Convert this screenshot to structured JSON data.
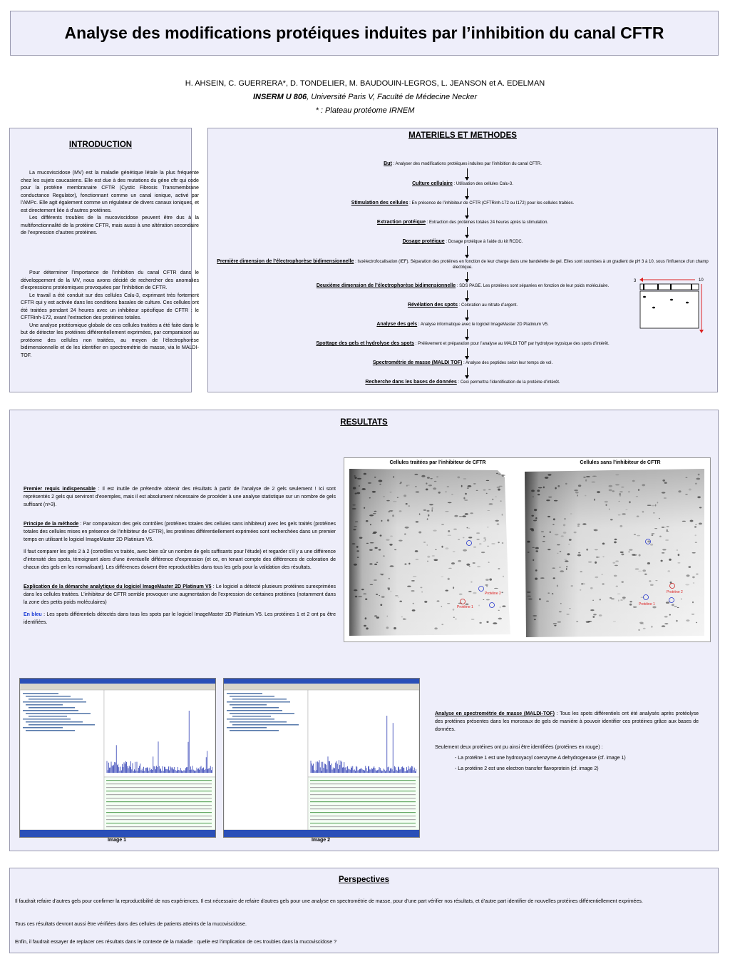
{
  "title": "Analyse des modifications protéiques induites par l’inhibition du canal CFTR",
  "authors": {
    "line1": "H. AHSEIN, C. GUERRERA*, D. TONDELIER, M. BAUDOUIN-LEGROS, L. JEANSON et A. EDELMAN",
    "line2_bold": "INSERM U 806",
    "line2_rest": ", Université Paris V, Faculté de Médecine Necker",
    "line3": "* : Plateau protéome IRNEM"
  },
  "introduction": {
    "title": "INTRODUCTION",
    "p1": "La mucoviscidose (MV) est la maladie génétique létale la plus fréquente chez les sujets caucasiens. Elle est due à des mutations du gène cftr qui code pour la protéine membranaire CFTR (Cystic Fibrosis Transmembrane conductance Regulator), fonctionnant comme un canal ionique, activé par l’AMPc. Elle agit également comme un régulateur de divers canaux ioniques, et est directement liée à d’autres protéines.",
    "p2": "Les différents troubles de la mucoviscidose peuvent être dus à la multifonctionnalité de la protéine CFTR, mais aussi à une altération secondaire de l’expression d’autres protéines.",
    "p3": "Pour déterminer l’importance de l’inhibition du canal CFTR dans le développement de la MV, nous avons décidé de rechercher des anomalies d’expressions protéomiques provoquées par l’inhibition de CFTR.",
    "p4": "Le travail a été conduit sur des cellules Calu-3, exprimant très fortement CFTR qui y est activée dans les conditions basales de culture. Ces cellules ont été traitées pendant 24 heures avec un inhibiteur spécifique de CFTR : le CFTRinh-172, avant l’extraction des protéines totales.",
    "p5": "Une analyse protéomique globale de ces cellules traitées a été faite dans le but de détecter les protéines différentiellement exprimées, par comparaison au protéome des cellules non traitées, au moyen de l’électrophorèse bidimensionnelle et de les identifier en spectrométrie de masse, via le MALDI-TOF."
  },
  "methods": {
    "title": "MATERIELS ET METHODES",
    "steps": [
      {
        "label": "But",
        "text": " : Analyser des modifications protéiques induites par l’inhibition du canal CFTR."
      },
      {
        "label": "Culture cellulaire",
        "text": " : Utilisation des cellules Calu-3."
      },
      {
        "label": "Stimulation des cellules",
        "text": " : En présence de l’inhibiteur de CFTR (CFTRinh-172 ou I172) pour les cellules traitées."
      },
      {
        "label": "Extraction protéique",
        "text": " : Extraction des protéines totales 24 heures après la stimulation."
      },
      {
        "label": "Dosage protéique",
        "text": " : Dosage protéique à l’aide du kit RCDC."
      },
      {
        "label": "Première dimension de l’électrophorèse bidimensionnelle",
        "text": " : Isoélectrofocalisation (IEF). Séparation des protéines en fonction de leur charge dans une bandelette de gel. Elles sont soumises à un gradient de pH 3 à 10, sous l’influence d’un champ électrique."
      },
      {
        "label": "Deuxième dimension de l’électrophorèse bidimensionnelle",
        "text": " : SDS PAGE. Les protéines sont séparées en fonction de leur poids moléculaire."
      },
      {
        "label": "Révélation des spots",
        "text": " : Coloration au nitrate d’argent."
      },
      {
        "label": "Analyse des gels",
        "text": " : Analyse informatique avec le logiciel ImageMaster 2D Platinium V5."
      },
      {
        "label": "Spottage des gels et hydrolyse des spots",
        "text": " : Prélèvement et préparation pour l’analyse au MALDI TOF par hydrolyse trypsique des spots d’intérêt."
      },
      {
        "label": "Spectrométrie de masse (MALDI TOF)",
        "text": " : Analyse des peptides selon leur temps de vol."
      },
      {
        "label": "Recherche dans les bases de données",
        "text": " : Ceci permettra l’identification de la protéine d’intérêt."
      }
    ],
    "ph_low": "3",
    "ph_high": "10"
  },
  "results": {
    "title": "RESULTATS",
    "p1_label": "Premier requis indispensable",
    "p1_text": " : Il est inutile de prétendre obtenir des résultats à partir de l’analyse de 2 gels seulement ! Ici sont représentés 2 gels qui serviront d’exemples, mais il est absolument nécessaire de procéder à une analyse statistique sur un nombre de gels suffisant (n>3).",
    "p2_label": "Principe de la méthode",
    "p2_text": " : Par comparaison des gels contrôles (protéines totales des cellules sans inhibiteur) avec les gels traités (protéines totales des cellules mises en présence de l’inhibiteur de CFTR), les protéines différentiellement exprimées sont recherchées dans un premier temps en utilisant le logiciel ImageMaster 2D Platinium V5.",
    "p3_text": "Il faut comparer les gels 2 à 2 (contrôles vs traités, avec bien sûr un nombre de gels suffisants pour l’étude) et regarder s’il y a une différence d’intensité des spots, témoignant alors d’une éventuelle différence d’expression (et ce, en tenant compte des différences de coloration de chacun des gels en les normalisant). Les différences doivent être reproductibles dans tous les gels pour la validation des résultats.",
    "p4_label": "Explication de la démarche analytique du logiciel ImageMaster 2D Platinum V5",
    "p4_text": " : Le logiciel a détecté plusieurs protéines surexprimées dans les cellules traitées. L’inhibiteur de CFTR semble provoquer une augmentation de l’expression de certaines protéines (notamment dans la zone des petits poids moléculaires)",
    "p5_blue": "En bleu",
    "p5_text": " : Les spots différentiels détectés dans tous les spots par le logiciel ImageMaster 2D Platinium V5. Les protéines 1 et 2 ont pu être identifiées.",
    "gel_left_title": "Cellules traitées par l’inhibiteur de CFTR",
    "gel_right_title": "Cellules sans l’inhibiteur de CFTR",
    "protein1": "Protéine 1",
    "protein2": "Protéine 2",
    "ms_label": "Analyse en spectrométrie de masse (MALDI-TOF)",
    "ms_text": " : Tous les spots différentiels ont été analysés après protéolyse des protéines présentes dans les morceaux de gels de manière à pouvoir identifier ces protéines grâce aux bases de données.",
    "ms_p2": "Seulement deux protéines ont pu ainsi être identifiées (protéines en rouge) :",
    "ms_li1": "- La protéine 1 est une hydroxyacyl coenzyme A dehydrogenase (cf. image 1)",
    "ms_li2": "- La protéine 2 est une electron transfer flavoprotein (cf. image 2)",
    "image1": "Image 1",
    "image2": "Image 2"
  },
  "perspectives": {
    "title": "Perspectives",
    "p1": "Il faudrait refaire d’autres gels pour confirmer la reproductibilité de nos expériences. Il est nécessaire de refaire d’autres gels pour une analyse en spectrométrie de masse, pour d’une part vérifier nos résultats, et d’autre part identifier de nouvelles protéines différentiellement exprimées.",
    "p2": "Tous ces résultats devront aussi être vérifiées dans des cellules de patients atteints de la mucoviscidose.",
    "p3": "Enfin, il faudrait essayer de replacer ces résultats dans le contexte de la maladie : quelle est l’implication de ces troubles dans la mucoviscidose ?"
  }
}
